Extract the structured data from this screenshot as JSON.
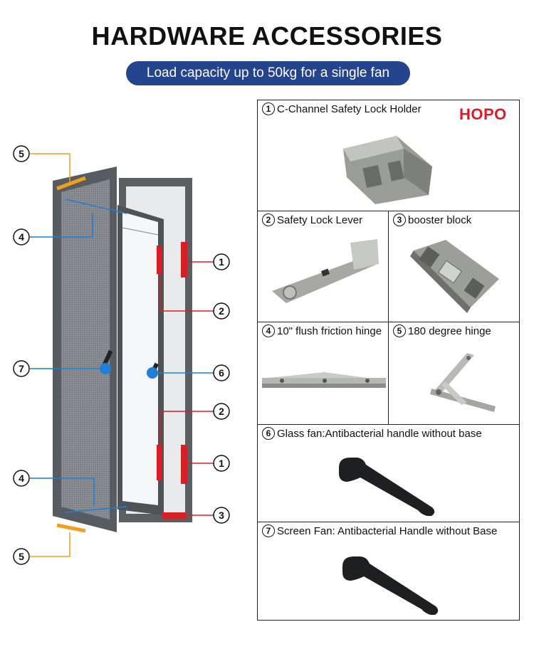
{
  "header": {
    "title": "HARDWARE ACCESSORIES",
    "subtitle": "Load capacity up to 50kg for a single fan"
  },
  "brand": {
    "logo_text": "HOPO",
    "logo_color": "#d81f26"
  },
  "colors": {
    "accent_blue": "#24448e",
    "marker_red": "#d81f26",
    "marker_blue": "#1f7fd6",
    "marker_orange": "#f0a020",
    "frame_gray": "#555a5e"
  },
  "callouts": {
    "c1a": "1",
    "c2a": "2",
    "c6": "6",
    "c7": "7",
    "c2b": "2",
    "c1b": "1",
    "c3": "3",
    "c4a": "4",
    "c4b": "4",
    "c5a": "5",
    "c5b": "5"
  },
  "panels": [
    {
      "num": "1",
      "label": "C-Channel Safety Lock Holder",
      "icon": "lock-holder-icon"
    },
    {
      "num": "2",
      "label": "Safety Lock Lever",
      "icon": "lock-lever-icon"
    },
    {
      "num": "3",
      "label": "booster block",
      "icon": "booster-block-icon"
    },
    {
      "num": "4",
      "label": "10\" flush friction hinge",
      "icon": "friction-hinge-icon"
    },
    {
      "num": "5",
      "label": "180 degree hinge",
      "icon": "degree-hinge-icon"
    },
    {
      "num": "6",
      "label": "Glass fan:Antibacterial handle without base",
      "icon": "handle-icon"
    },
    {
      "num": "7",
      "label": "Screen Fan: Antibacterial Handle without Base",
      "icon": "handle-icon"
    }
  ]
}
